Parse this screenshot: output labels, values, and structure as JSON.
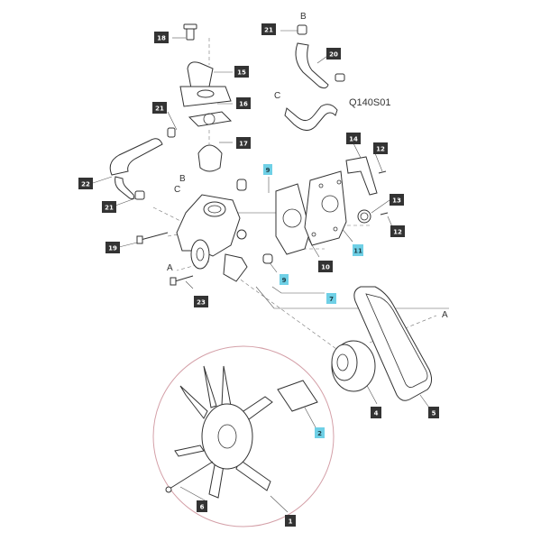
{
  "diagram": {
    "reference_code": "Q140S01",
    "colors": {
      "tag_dark": "#333333",
      "tag_cyan": "#6fd0e6",
      "circle_outline": "#d4a0a8"
    },
    "tags": [
      {
        "id": "t18",
        "label": "18",
        "style": "dark"
      },
      {
        "id": "t15",
        "label": "15",
        "style": "dark"
      },
      {
        "id": "t16",
        "label": "16",
        "style": "dark"
      },
      {
        "id": "t17",
        "label": "17",
        "style": "dark"
      },
      {
        "id": "t21a",
        "label": "21",
        "style": "dark"
      },
      {
        "id": "t22",
        "label": "22",
        "style": "dark"
      },
      {
        "id": "t21b",
        "label": "21",
        "style": "dark"
      },
      {
        "id": "t19",
        "label": "19",
        "style": "dark"
      },
      {
        "id": "t23",
        "label": "23",
        "style": "dark"
      },
      {
        "id": "t21c",
        "label": "21",
        "style": "dark"
      },
      {
        "id": "t20",
        "label": "20",
        "style": "dark"
      },
      {
        "id": "t14",
        "label": "14",
        "style": "dark"
      },
      {
        "id": "t12a",
        "label": "12",
        "style": "dark"
      },
      {
        "id": "t13",
        "label": "13",
        "style": "dark"
      },
      {
        "id": "t12b",
        "label": "12",
        "style": "dark"
      },
      {
        "id": "t10",
        "label": "10",
        "style": "dark"
      },
      {
        "id": "t11",
        "label": "11",
        "style": "cyan"
      },
      {
        "id": "t9a",
        "label": "9",
        "style": "cyan"
      },
      {
        "id": "t9b",
        "label": "9",
        "style": "cyan"
      },
      {
        "id": "t7",
        "label": "7",
        "style": "cyan"
      },
      {
        "id": "t4",
        "label": "4",
        "style": "dark"
      },
      {
        "id": "t5",
        "label": "5",
        "style": "dark"
      },
      {
        "id": "t2",
        "label": "2",
        "style": "cyan"
      },
      {
        "id": "t6",
        "label": "6",
        "style": "dark"
      },
      {
        "id": "t1",
        "label": "1",
        "style": "dark"
      }
    ],
    "letters": [
      {
        "id": "lB1",
        "text": "B"
      },
      {
        "id": "lC1",
        "text": "C"
      },
      {
        "id": "lB2",
        "text": "B"
      },
      {
        "id": "lC2",
        "text": "C"
      },
      {
        "id": "lA1",
        "text": "A"
      },
      {
        "id": "lA2",
        "text": "A"
      }
    ]
  }
}
